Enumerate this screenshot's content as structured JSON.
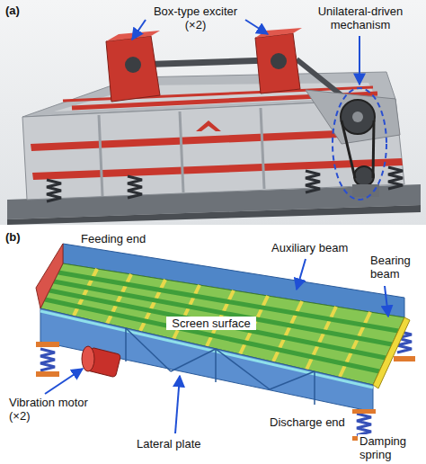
{
  "diagram": {
    "labels": [
      "(a)",
      "Box-type exciter (×2)",
      "Unilateral-driven mechanism",
      "(b)",
      "Feeding end",
      "Auxiliary beam",
      "Bearing beam",
      "Screen surface",
      "Vibration motor (×2)",
      "Lateral plate",
      "Discharge end",
      "Damping spring"
    ]
  }
}
